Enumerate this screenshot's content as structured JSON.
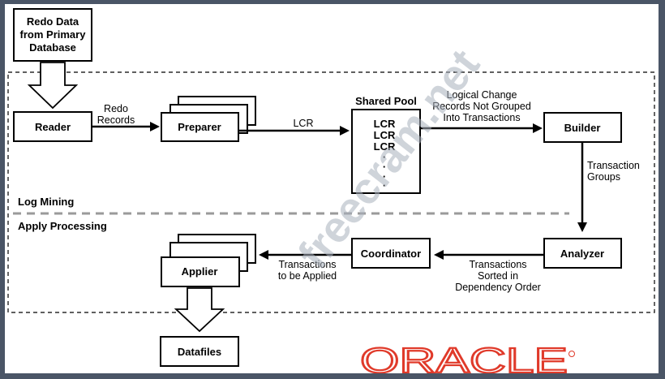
{
  "colors": {
    "frame_background": "#4a5566",
    "canvas": "#ffffff",
    "divider": "#9a9a9a",
    "logo": "#e03a2a",
    "watermark": "#a9b1bd"
  },
  "source": {
    "line1": "Redo Data",
    "line2": "from Primary",
    "line3": "Database"
  },
  "nodes": {
    "reader": "Reader",
    "preparer": "Preparer",
    "builder": "Builder",
    "analyzer": "Analyzer",
    "coordinator": "Coordinator",
    "applier": "Applier",
    "datafiles": "Datafiles"
  },
  "shared_pool": {
    "title": "Shared Pool",
    "items": [
      "LCR",
      "LCR",
      "LCR"
    ],
    "dots": [
      "·",
      "·",
      "·",
      "·"
    ]
  },
  "edges": {
    "redo_records": {
      "line1": "Redo",
      "line2": "Records"
    },
    "lcr": "LCR",
    "logical_change": {
      "line1": "Logical Change",
      "line2": "Records Not Grouped",
      "line3": "Into Transactions"
    },
    "transaction_groups": {
      "line1": "Transaction",
      "line2": "Groups"
    },
    "sorted": {
      "line1": "Transactions",
      "line2": "Sorted in",
      "line3": "Dependency Order"
    },
    "to_be_applied": {
      "line1": "Transactions",
      "line2": "to be Applied"
    }
  },
  "sections": {
    "log_mining": "Log Mining",
    "apply_processing": "Apply Processing"
  },
  "watermark": "freecram.net",
  "logo": "ORACLE"
}
